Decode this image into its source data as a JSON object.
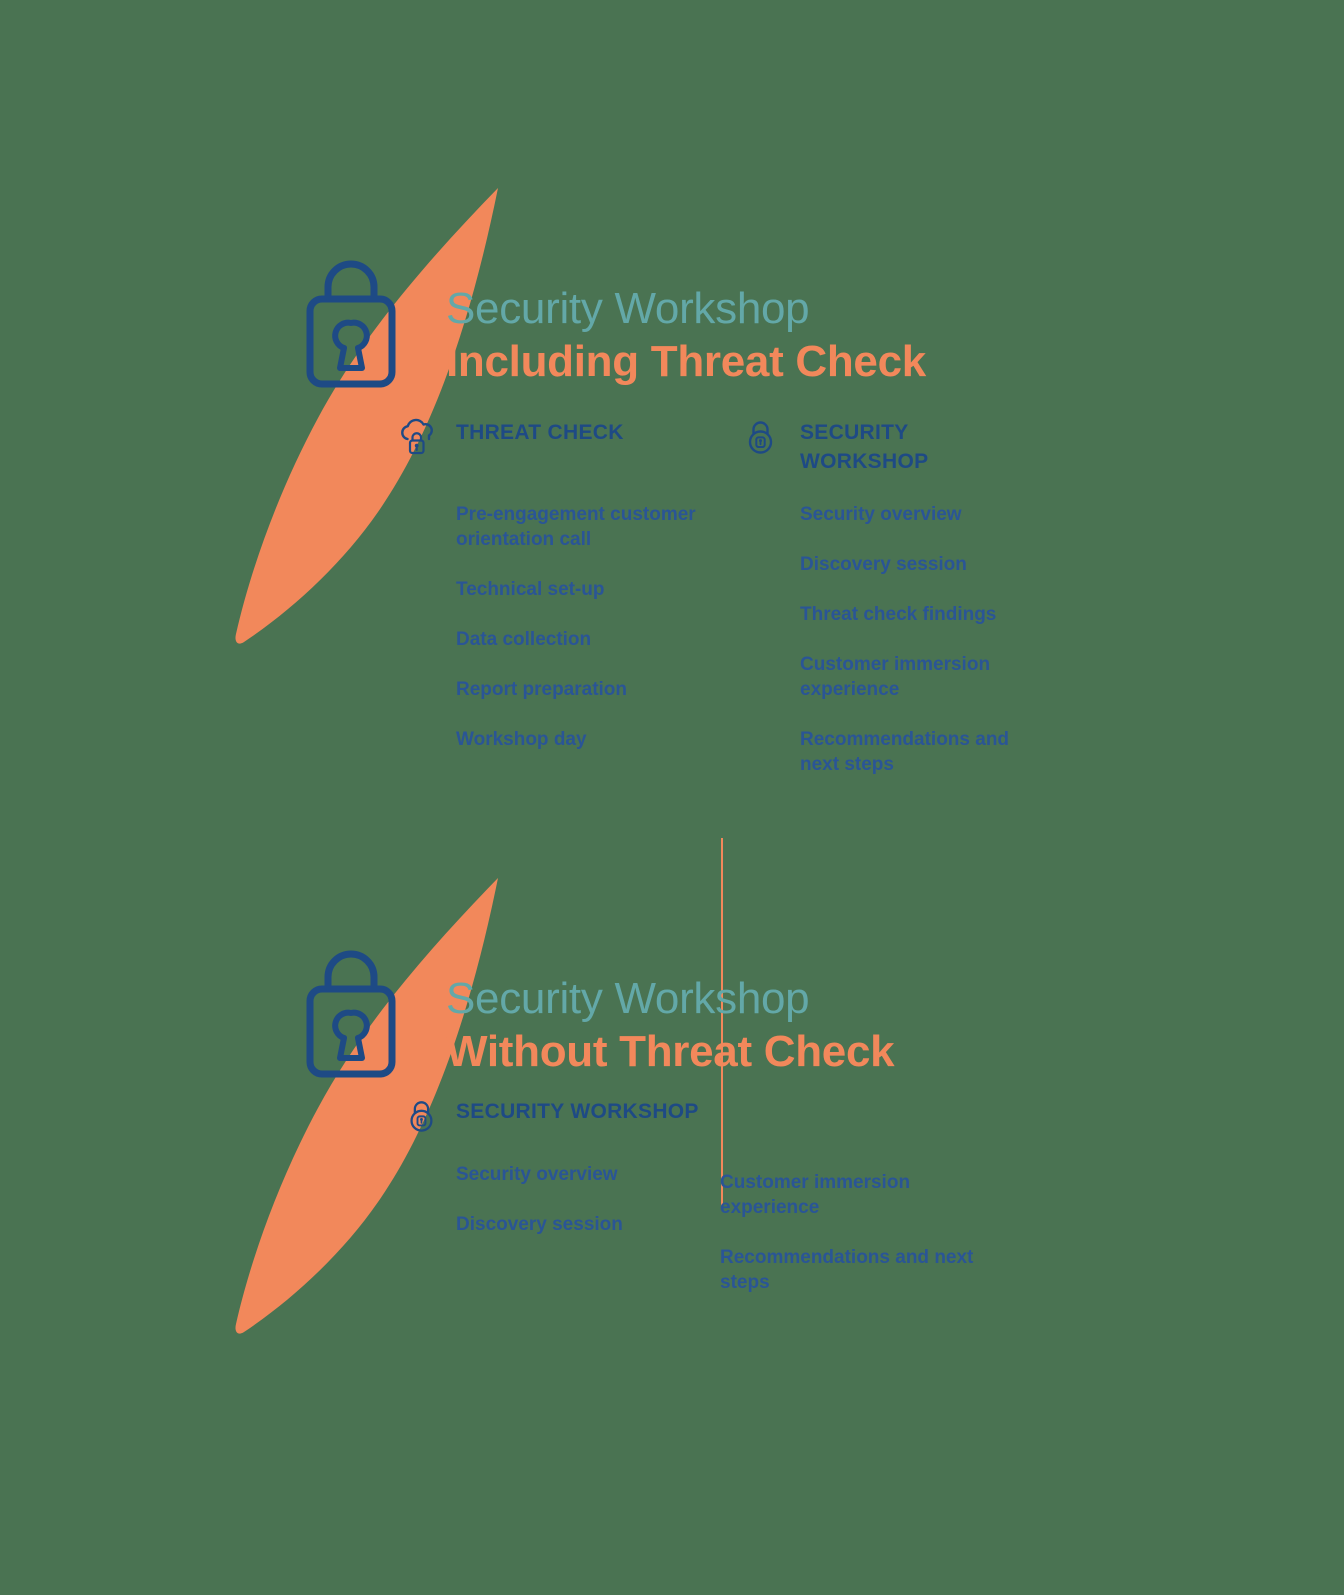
{
  "colors": {
    "background": "#4a7352",
    "accent_orange": "#f2885b",
    "accent_teal": "#63a8a8",
    "navy": "#1e4a85",
    "body_blue": "#2a5596"
  },
  "sections": [
    {
      "id": "top",
      "heading": {
        "line1": "Security Workshop",
        "line2": "Including Threat Check"
      },
      "columns": [
        {
          "title": "THREAT CHECK",
          "icon": "cloud-lock-icon",
          "items": [
            "Pre-engagement customer orientation call",
            "Technical set-up",
            "Data collection",
            "Report preparation",
            "Workshop day"
          ]
        },
        {
          "title": "SECURITY WORKSHOP",
          "icon": "round-padlock-icon",
          "items": [
            "Security overview",
            "Discovery session",
            "Threat check findings",
            "Customer immersion experience",
            "Recommendations and next steps"
          ]
        }
      ]
    },
    {
      "id": "bottom",
      "heading": {
        "line1": "Security Workshop",
        "line2": "Without Threat Check"
      },
      "group": {
        "title": "SECURITY WORKSHOP",
        "icon": "round-padlock-icon",
        "items_left": [
          "Security overview",
          "Discovery session"
        ],
        "items_right": [
          "Customer immersion experience",
          "Recommendations and next steps"
        ]
      }
    }
  ]
}
